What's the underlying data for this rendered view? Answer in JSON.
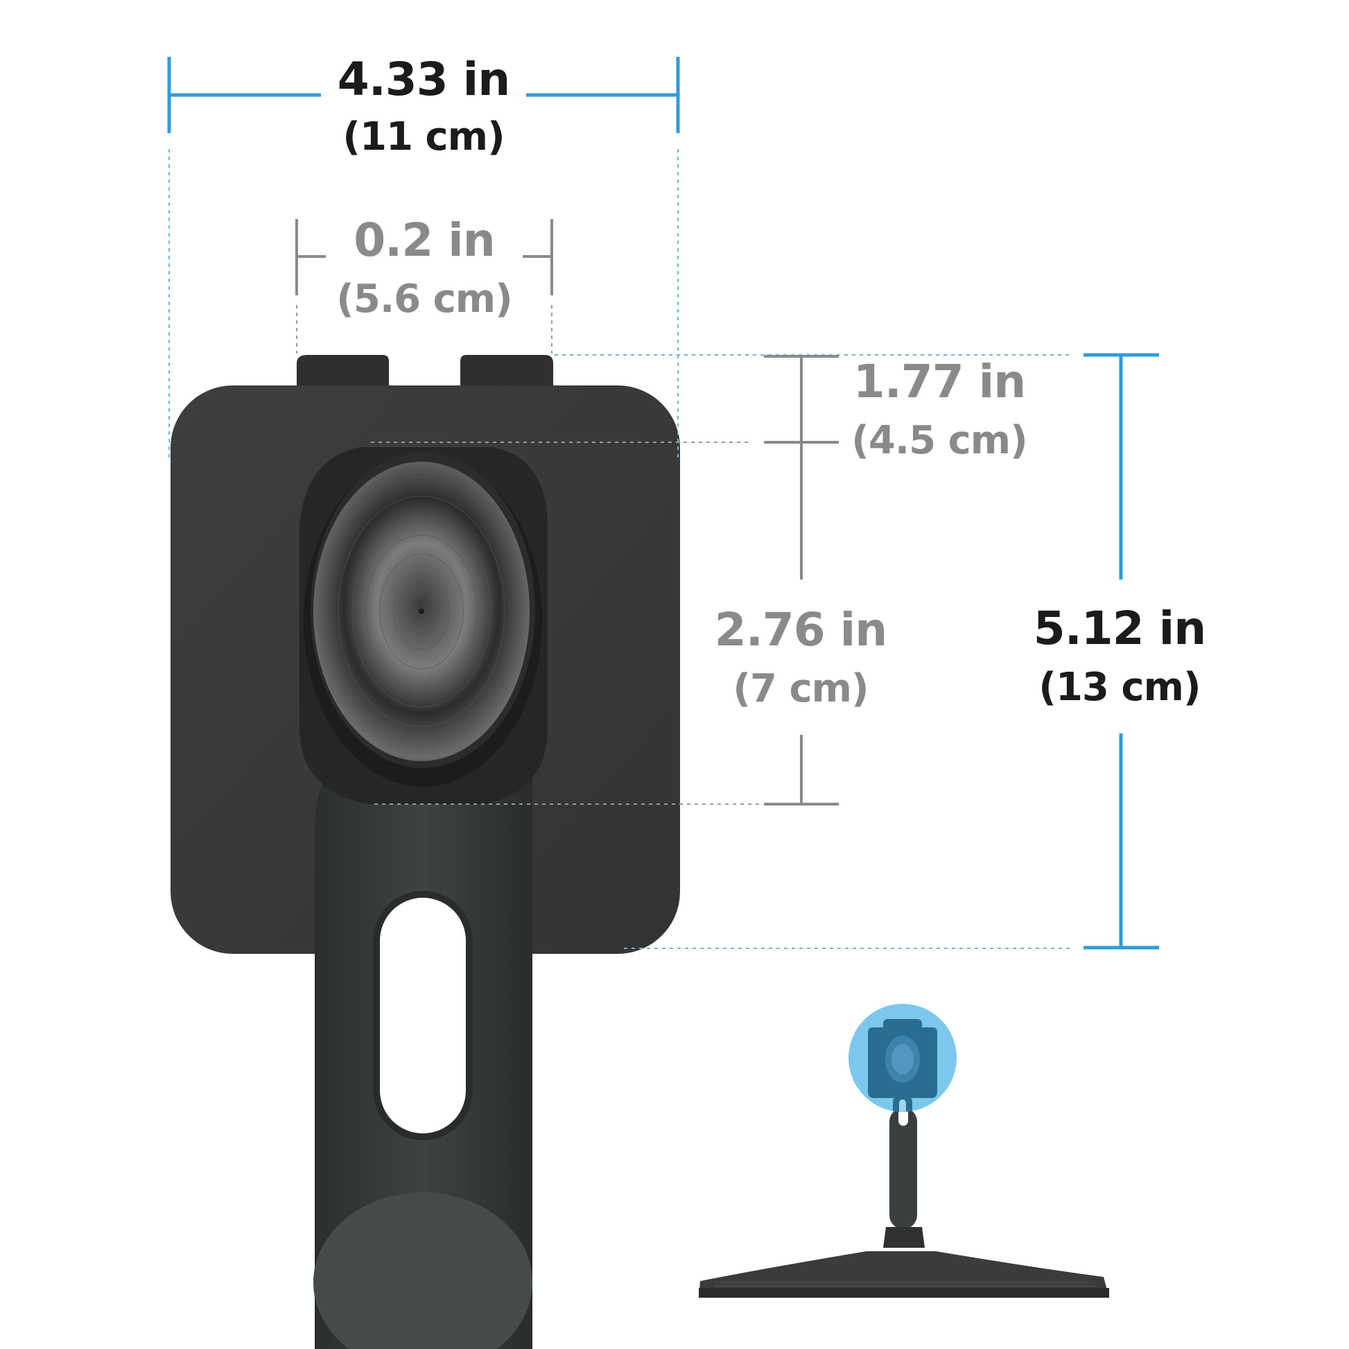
{
  "dimensions": {
    "overall_width": {
      "in": "4.33 in",
      "cm": "(11 cm)"
    },
    "slot_width": {
      "in": "0.2 in",
      "cm": "(5.6 cm)"
    },
    "top_offset": {
      "in": "1.77 in",
      "cm": "(4.5 cm)"
    },
    "mid_height": {
      "in": "2.76 in",
      "cm": "(7 cm)"
    },
    "overall_height": {
      "in": "5.12 in",
      "cm": "(13 cm)"
    }
  },
  "colors": {
    "accent_dimension": "#2e9cdb",
    "secondary_dimension": "#8a8a8a",
    "text_dark": "#1d1a1a",
    "product_body": "#3a3c3c",
    "highlight_circle": "#7cc8ec"
  },
  "icons": {
    "main": "mount-plate-illustration",
    "inset": "monitor-with-mount-illustration"
  }
}
